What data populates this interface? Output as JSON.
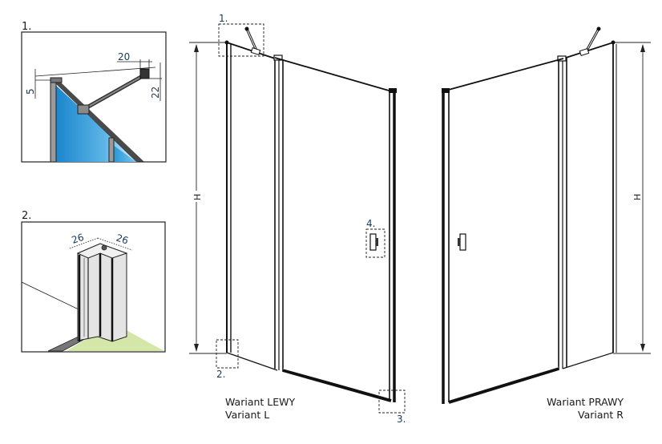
{
  "details": {
    "detail1": {
      "label": "1.",
      "dimensions": {
        "top_offset": "5",
        "bracket_width": "20",
        "bracket_height": "22"
      }
    },
    "detail2": {
      "label": "2.",
      "dimensions": {
        "profile_a": "26",
        "profile_b": "26"
      }
    }
  },
  "callouts": {
    "c1": "1.",
    "c2": "2.",
    "c3": "3.",
    "c4": "4."
  },
  "left_variant": {
    "height_label": "H",
    "line1": "Wariant LEWY",
    "line2": "Variant L"
  },
  "right_variant": {
    "height_label": "H",
    "line1": "Wariant PRAWY",
    "line2": "Variant R"
  },
  "colors": {
    "glass_blue": "#1a8fd6",
    "floor_green": "#d4e6a8",
    "profile_gray": "#e4e4e4",
    "outline": "#1a1a1a"
  }
}
